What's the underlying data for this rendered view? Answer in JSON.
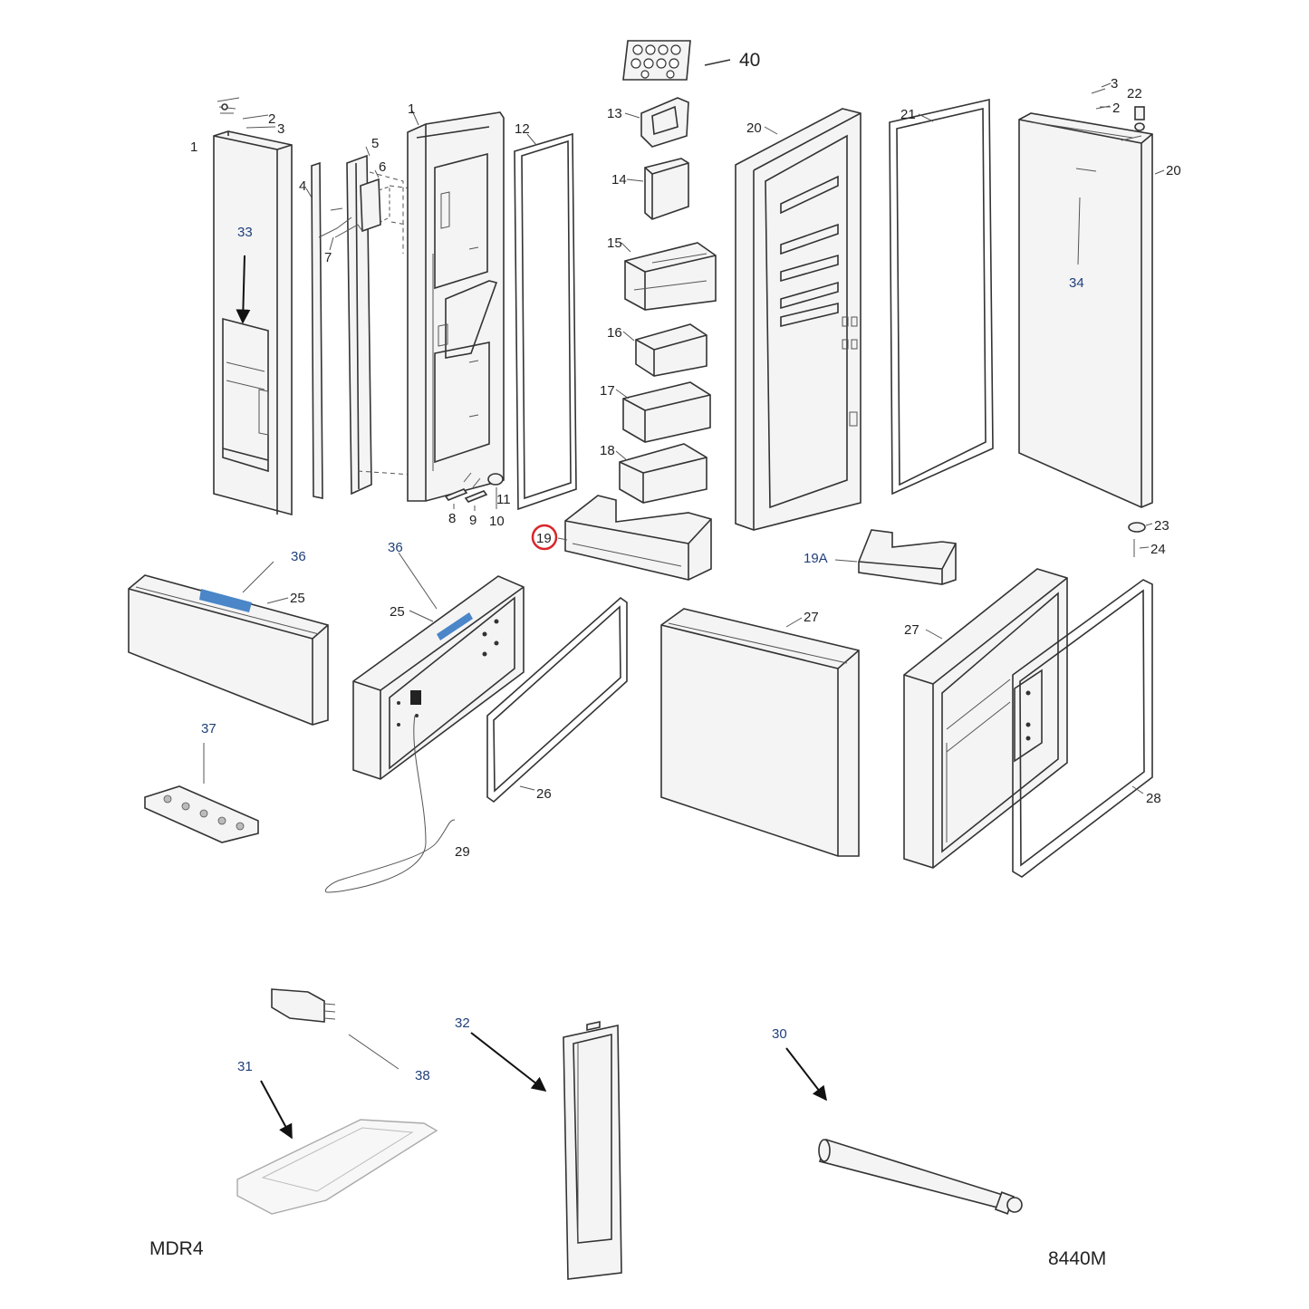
{
  "labels": {
    "l40": "40",
    "l13": "13",
    "l14": "14",
    "l15": "15",
    "l16": "16",
    "l17": "17",
    "l18": "18",
    "l19": "19",
    "l19a": "19A",
    "l12": "12",
    "l1a": "1",
    "l1b": "1",
    "l2a": "2",
    "l3a": "3",
    "l4": "4",
    "l5": "5",
    "l6": "6",
    "l7": "7",
    "l8": "8",
    "l9": "9",
    "l10": "10",
    "l11": "11",
    "l20a": "20",
    "l20b": "20",
    "l21": "21",
    "l22": "22",
    "l3b": "3",
    "l2b": "2",
    "l23": "23",
    "l24": "24",
    "l33": "33",
    "l34": "34",
    "l36a": "36",
    "l36b": "36",
    "l25a": "25",
    "l25b": "25",
    "l26": "26",
    "l27a": "27",
    "l27b": "27",
    "l28": "28",
    "l29": "29",
    "l37": "37",
    "l38": "38",
    "l31": "31",
    "l32": "32",
    "l30": "30"
  },
  "codes": {
    "left": "MDR4",
    "right": "8440M"
  },
  "colors": {
    "highlight_tape": "#4a86c8",
    "callout_circle": "#d9262c",
    "label_blue": "#1f3f7a"
  }
}
